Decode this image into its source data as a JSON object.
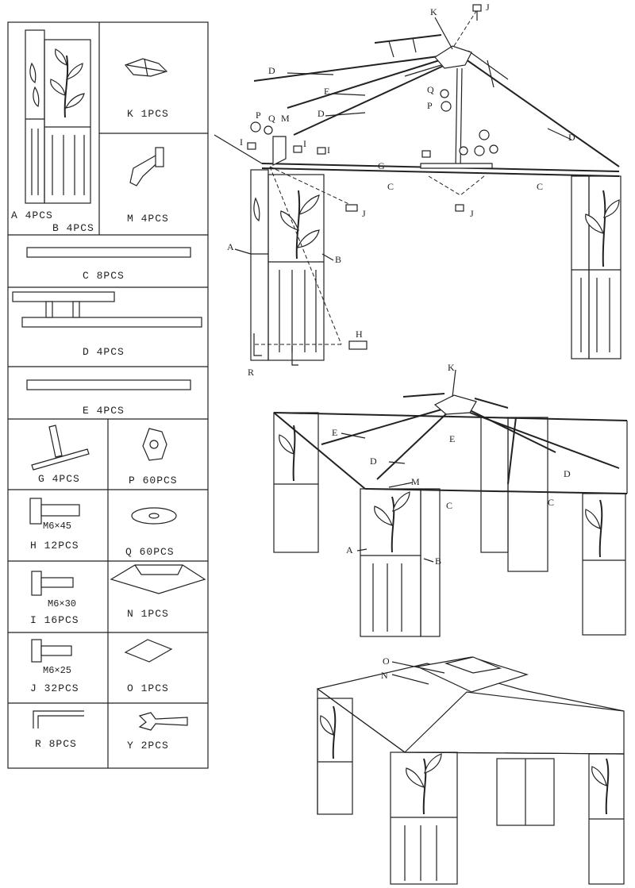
{
  "parts": {
    "A": {
      "label": "A  4PCS"
    },
    "B": {
      "label": "B  4PCS"
    },
    "K": {
      "label": "K  1PCS"
    },
    "M": {
      "label": "M  4PCS"
    },
    "C": {
      "label": "C  8PCS"
    },
    "D": {
      "label": "D  4PCS"
    },
    "E": {
      "label": "E  4PCS"
    },
    "G": {
      "label": "G  4PCS"
    },
    "P": {
      "label": "P  60PCS"
    },
    "H": {
      "label": "H  12PCS",
      "spec": "M6×45"
    },
    "Q": {
      "label": "Q  60PCS"
    },
    "I": {
      "label": "I  16PCS",
      "spec": "M6×30"
    },
    "N": {
      "label": "N  1PCS"
    },
    "J": {
      "label": "J  32PCS",
      "spec": "M6×25"
    },
    "O": {
      "label": "O  1PCS"
    },
    "R": {
      "label": "R  8PCS"
    },
    "Y": {
      "label": "Y  2PCS"
    }
  },
  "callouts": {
    "step1": [
      "K",
      "J",
      "D",
      "E",
      "Q",
      "P",
      "D",
      "P",
      "Q",
      "M",
      "I",
      "I",
      "I",
      "G",
      "C",
      "C",
      "D",
      "J",
      "A",
      "B",
      "J",
      "H",
      "R"
    ],
    "step2": [
      "K",
      "E",
      "E",
      "D",
      "D",
      "M",
      "C",
      "C",
      "A",
      "B"
    ],
    "step3": [
      "O",
      "N"
    ]
  }
}
